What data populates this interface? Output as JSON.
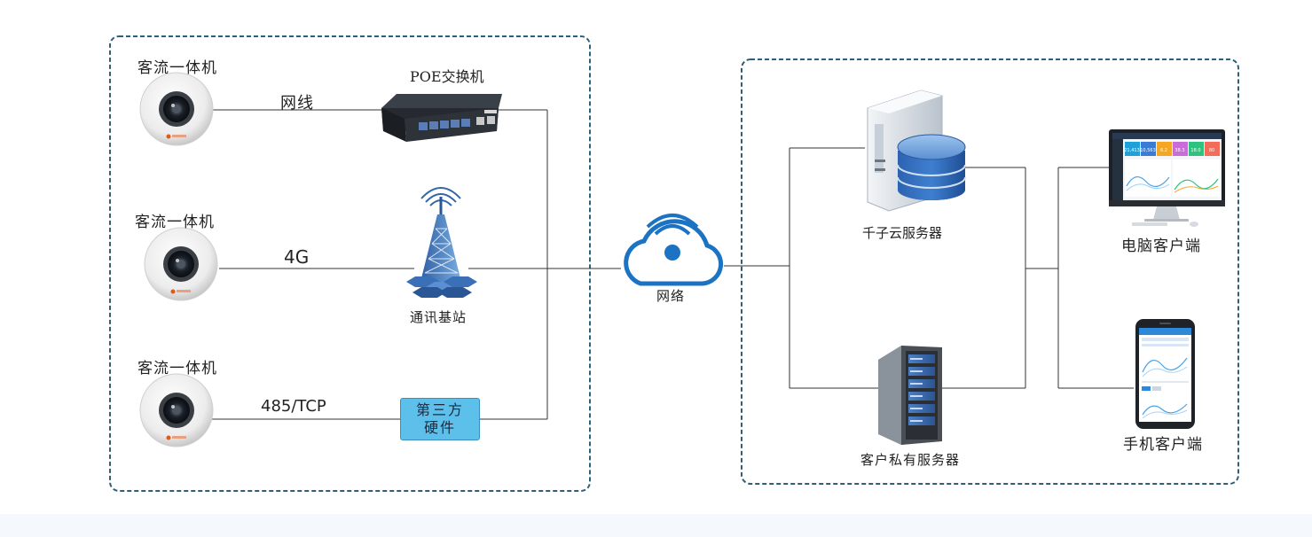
{
  "cameras": {
    "camera_1": "客流一体机",
    "camera_2": "客流一体机",
    "camera_3": "客流一体机"
  },
  "links": {
    "link_1": "网线",
    "link_2": "4G",
    "link_3": "485/TCP"
  },
  "devices": {
    "poe_switch": "POE交换机",
    "base_station": "通讯基站",
    "third_party_hw": "第三方硬件"
  },
  "network": {
    "label": "网络"
  },
  "servers": {
    "cloud_server": "千子云服务器",
    "private_server": "客户私有服务器"
  },
  "clients": {
    "pc_client": "电脑客户端",
    "mobile_client": "手机客户端"
  },
  "pc_screen_stats": [
    "21,413",
    "10,563",
    "6.2",
    "38.3",
    "18.0",
    "80"
  ],
  "colors": {
    "frame_border": "#2e5f7a",
    "cloud_blue": "#1c73c4",
    "hardware_box": "#5dc0ea",
    "footer_band": "#f5f8fc"
  }
}
